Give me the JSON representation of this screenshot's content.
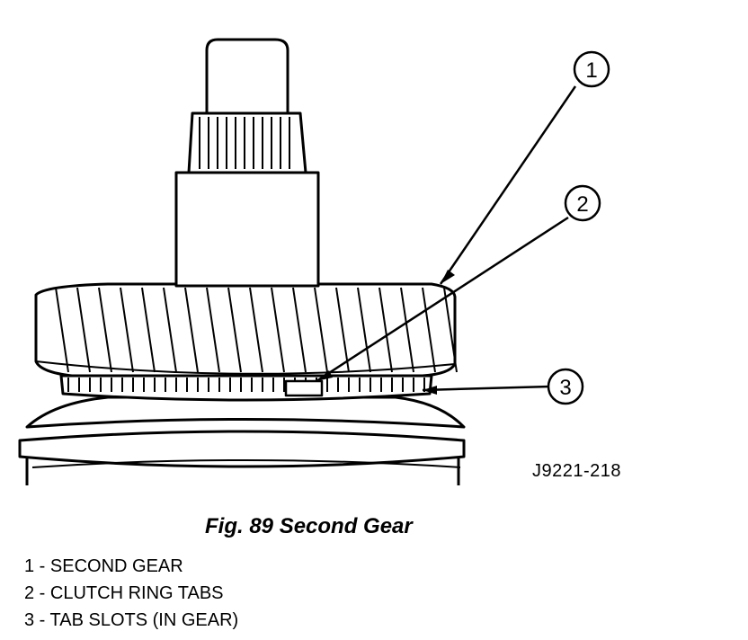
{
  "figure": {
    "code": "J9221-218",
    "callouts": [
      "1",
      "2",
      "3"
    ]
  },
  "caption": "Fig. 89 Second Gear",
  "legend": [
    "1 - SECOND GEAR",
    "2 - CLUTCH RING TABS",
    "3 - TAB SLOTS (IN GEAR)"
  ],
  "colors": {
    "ink": "#000000",
    "paper": "#ffffff"
  }
}
